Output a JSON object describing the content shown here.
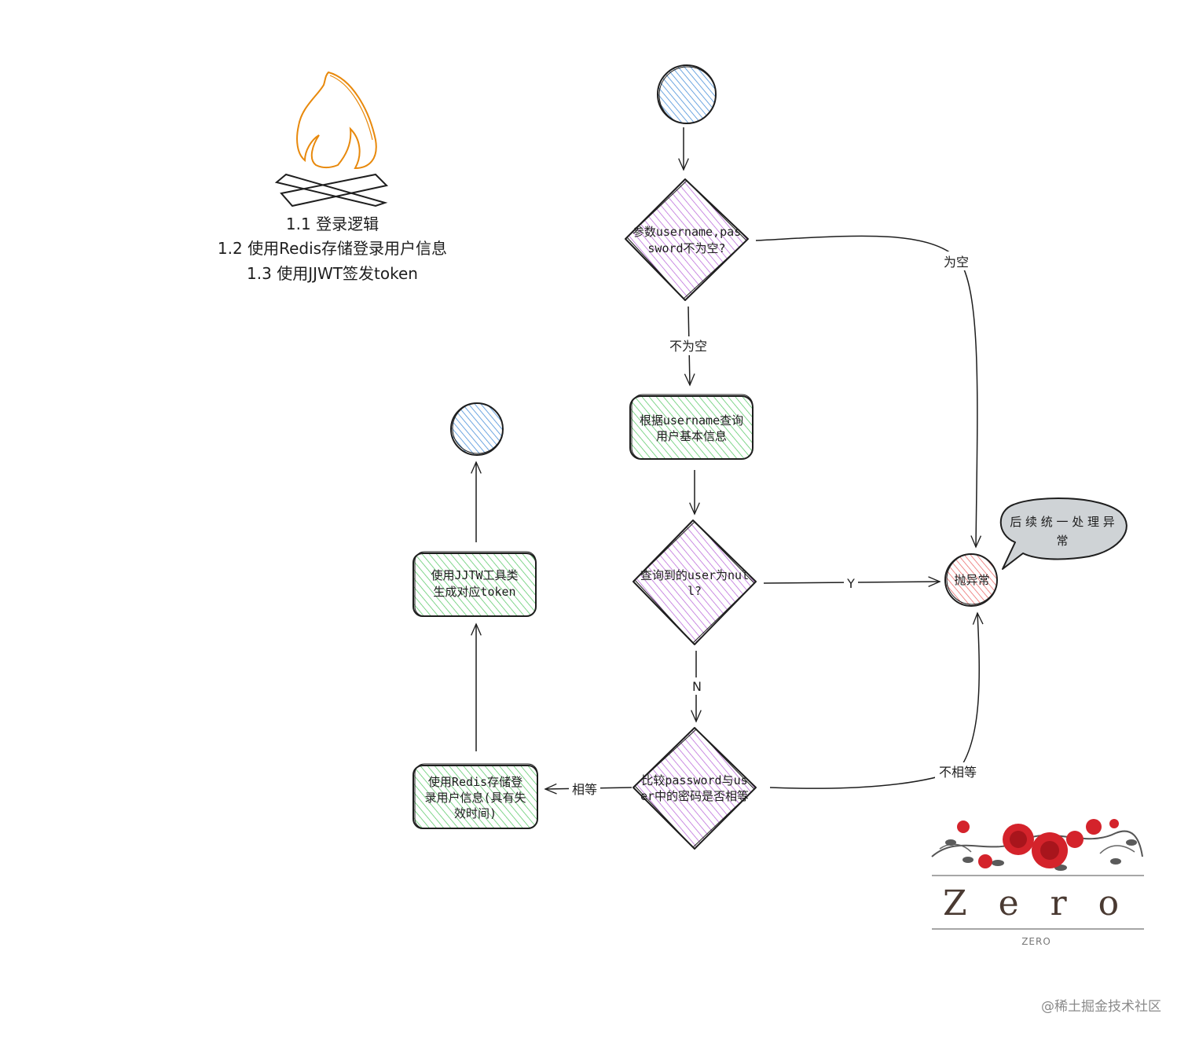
{
  "title_lines": [
    "1.1  登录逻辑",
    "1.2  使用Redis存储登录用户信息",
    "1.3  使用JJWT签发token"
  ],
  "nodes": {
    "start": "",
    "check_params": [
      "参数username,pas",
      "sword不为空?"
    ],
    "query_user": [
      "根据username查询",
      "用户基本信息"
    ],
    "user_null": [
      "查询到的user为nul",
      "l?"
    ],
    "compare_pwd": [
      "比较password与us",
      "er中的密码是否相等"
    ],
    "throw": "抛异常",
    "store_redis": [
      "使用Redis存储登",
      "录用户信息(具有失",
      "效时间)"
    ],
    "gen_token": [
      "使用JJTW工具类",
      "生成对应token"
    ],
    "end": ""
  },
  "edge_labels": {
    "empty": "为空",
    "not_empty": "不为空",
    "yes": "Y",
    "no": "N",
    "not_equal": "不相等",
    "equal": "相等"
  },
  "note_bubble": [
    "后 续 统 一 处 理 异",
    "常"
  ],
  "logo": {
    "word": "Zero",
    "sub": "ZERO"
  },
  "watermark": "@稀土掘金技术社区",
  "colors": {
    "stroke": "#1e1e1e",
    "circle_fill": "#4a90d9",
    "diamond_fill": "#b45cd6",
    "rect_fill": "#4cc45c",
    "error_fill": "#e85a5a",
    "flame": "#e8890c",
    "bubble_fill": "#cfd3d6",
    "rose": "#d4232b"
  }
}
